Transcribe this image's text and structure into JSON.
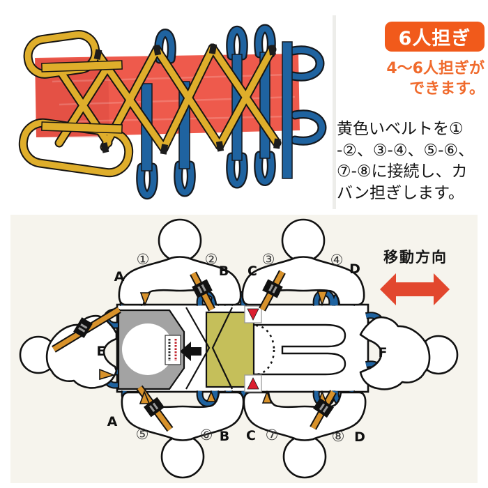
{
  "callout": {
    "badge_label": "6人担ぎ",
    "caption_line1": "4～6人担ぎが",
    "caption_line2": "できます。"
  },
  "description": {
    "line1": "黄色いベルトを①",
    "line2": "-②、③-④、⑤-⑥、",
    "line3": "⑦-⑧に接続し、カ",
    "line4": "バン担ぎします。"
  },
  "diagram": {
    "direction_label": "移動方向",
    "positions": [
      "①",
      "②",
      "③",
      "④",
      "⑤",
      "⑥",
      "⑦",
      "⑧"
    ],
    "belt_points_top": [
      "A",
      "B",
      "C",
      "D"
    ],
    "belt_points_bottom": [
      "A",
      "B",
      "C",
      "D"
    ],
    "belt_point_left": "E",
    "belt_point_right": "F"
  },
  "colors": {
    "badge_orange": "#f15a1b",
    "caption_orange": "#f06a2c",
    "direction_arrow_red": "#e2472e",
    "marker_red": "#dc1f30",
    "sheet_red": "#ee5a4c",
    "strap_blue": "#1f63a0",
    "strap_yellow": "#dfae2b",
    "harness_orange": "#d8922b",
    "pad_olive": "#c5bf5a",
    "headrest_gray": "#a3a3a3",
    "panel_cream": "#f6f4ed"
  }
}
